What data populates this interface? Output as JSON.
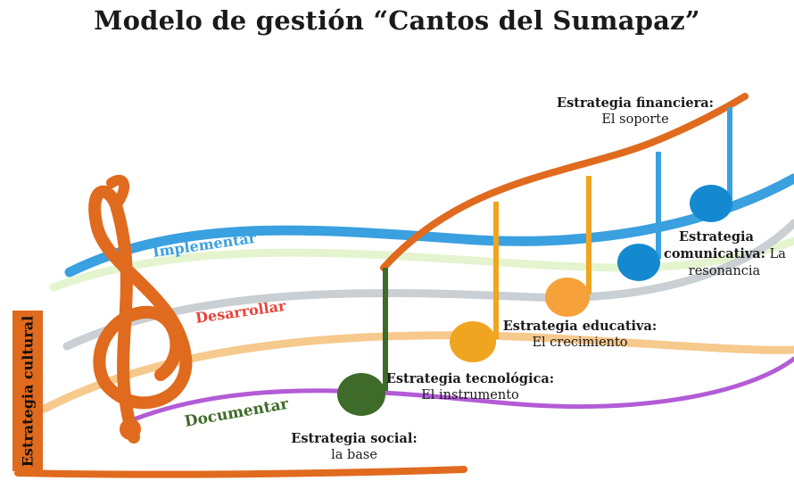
{
  "title": "Modelo de gestión “Cantos del Sumapaz”",
  "colors": {
    "orange": "#e06a1e",
    "blue": "#3aa0e0",
    "red": "#e8433a",
    "green": "#3f6b2a",
    "purple": "#b35cd6",
    "yellow": "#f0a520",
    "gray": "#c9cfd2",
    "light_green": "#e4f4cf",
    "peach": "#f6c98d"
  },
  "side_label": "Estrategia cultural",
  "staff_words": {
    "implementar": "Implementar",
    "desarrollar": "Desarrollar",
    "documentar": "Documentar"
  },
  "strategies": [
    {
      "heading": "Estrategia social:",
      "sub": "la base"
    },
    {
      "heading": "Estrategia tecnológica:",
      "sub": "El instrumento"
    },
    {
      "heading": "Estrategia educativa:",
      "sub": "El crecimiento"
    },
    {
      "heading_line1": "Estrategia",
      "heading_line2": "comunicativa:",
      "sub_inline": "La",
      "sub": "resonancia"
    },
    {
      "heading": "Estrategia financiera:",
      "sub": "El soporte"
    }
  ]
}
